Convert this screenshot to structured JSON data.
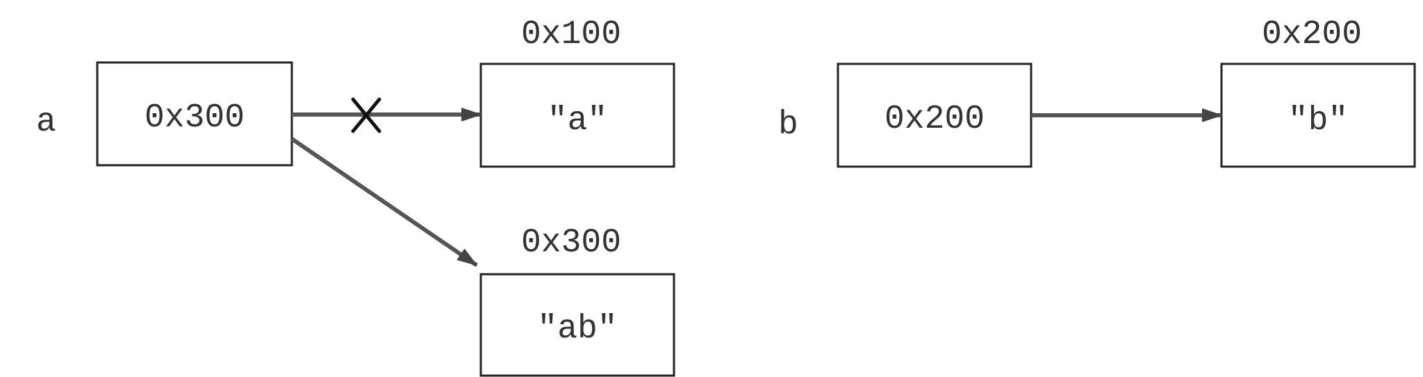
{
  "diagram": {
    "var_a": {
      "name": "a",
      "value": "0x300"
    },
    "var_b": {
      "name": "b",
      "value": "0x200"
    },
    "obj_a": {
      "address": "0x100",
      "content": "\"a\""
    },
    "obj_ab": {
      "address": "0x300",
      "content": "\"ab\""
    },
    "obj_b": {
      "address": "0x200",
      "content": "\"b\""
    },
    "colors": {
      "box_stroke": "#222222",
      "arrow": "#555555",
      "text": "#333333"
    }
  }
}
